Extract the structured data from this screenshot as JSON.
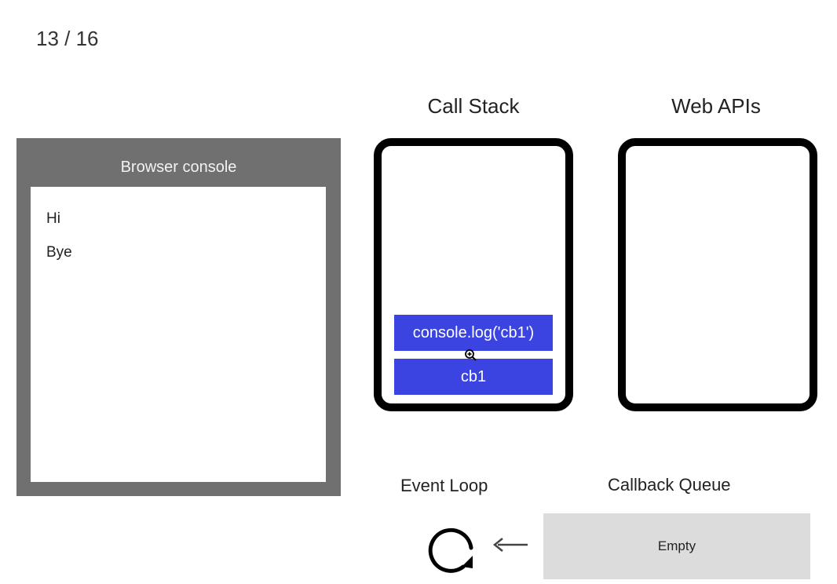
{
  "slide": {
    "counter": "13 / 16"
  },
  "console": {
    "title": "Browser console",
    "lines": [
      "Hi",
      "Bye"
    ]
  },
  "call_stack": {
    "title": "Call Stack",
    "frames": [
      "console.log('cb1')",
      "cb1"
    ]
  },
  "web_apis": {
    "title": "Web APIs"
  },
  "event_loop": {
    "label": "Event Loop",
    "icon": "refresh-icon"
  },
  "callback_queue": {
    "label": "Callback Queue",
    "content": "Empty"
  },
  "arrow": {
    "icon": "arrow-left-icon"
  },
  "colors": {
    "frame": "#3b43e0",
    "console_frame": "#707070",
    "queue": "#dcdcdc"
  }
}
